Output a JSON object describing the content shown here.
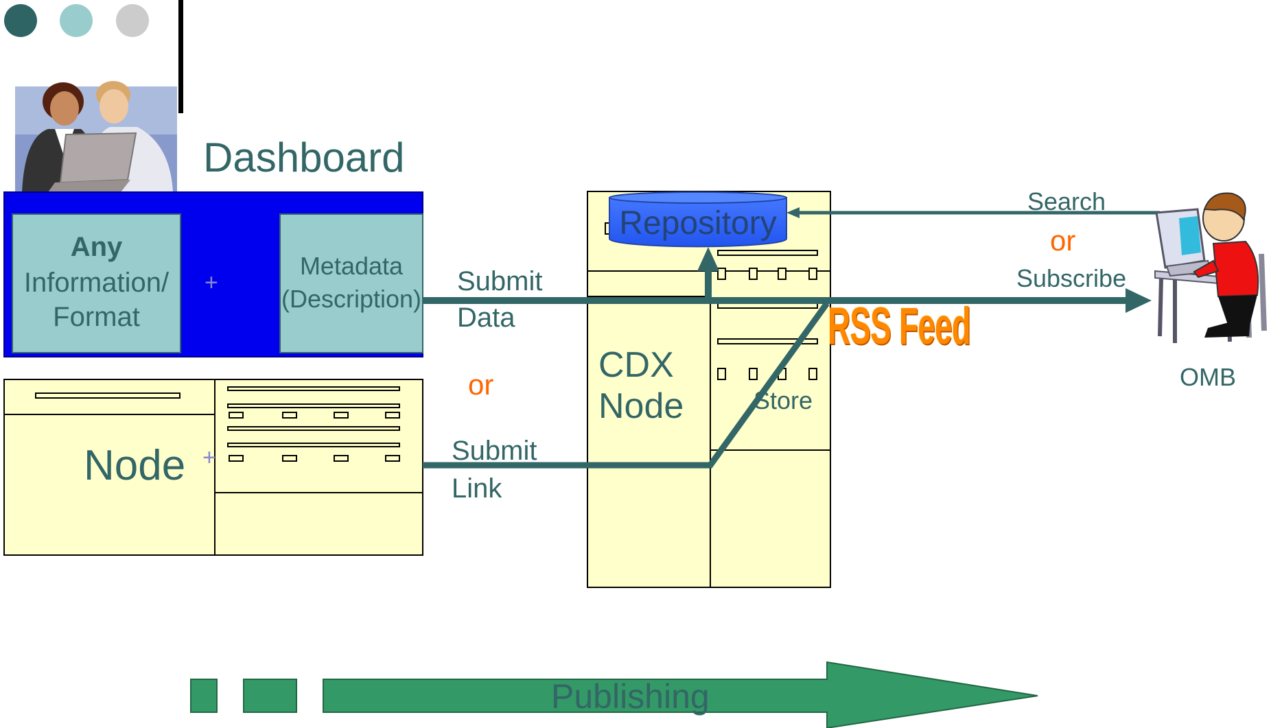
{
  "colors": {
    "dot1": "#2e6464",
    "dot2": "#99cccc",
    "dot3": "#cccccc",
    "teal_text": "#336666",
    "orange_text": "#ff6600",
    "dashboard_bg": "#0000ee",
    "panel": "#99cccc",
    "cream": "#ffffcc",
    "repository": "#3366ff",
    "arrow": "#336666",
    "publishing": "#339966"
  },
  "icons": [
    "people-laptop-icon",
    "user-computer-icon",
    "database-cylinder-icon"
  ],
  "dashboard": {
    "title": "Dashboard",
    "left_panel": {
      "line1": "Any",
      "line2": "Information/",
      "line3": "Format"
    },
    "plus": "+",
    "right_panel": {
      "line1": "Metadata",
      "line2": "(Description)"
    }
  },
  "node_box": {
    "label": "Node",
    "plus": "+"
  },
  "flows": {
    "submit_data": {
      "line1": "Submit",
      "line2": "Data"
    },
    "or_middle": "or",
    "submit_link": {
      "line1": "Submit",
      "line2": "Link"
    }
  },
  "cdx": {
    "repository": "Repository",
    "node_line1": "CDX",
    "node_line2": "Node",
    "store": "Store",
    "rss": "RSS Feed"
  },
  "consumer": {
    "search": "Search",
    "or": "or",
    "subscribe": "Subscribe",
    "name": "OMB"
  },
  "publishing": {
    "label": "Publishing"
  }
}
